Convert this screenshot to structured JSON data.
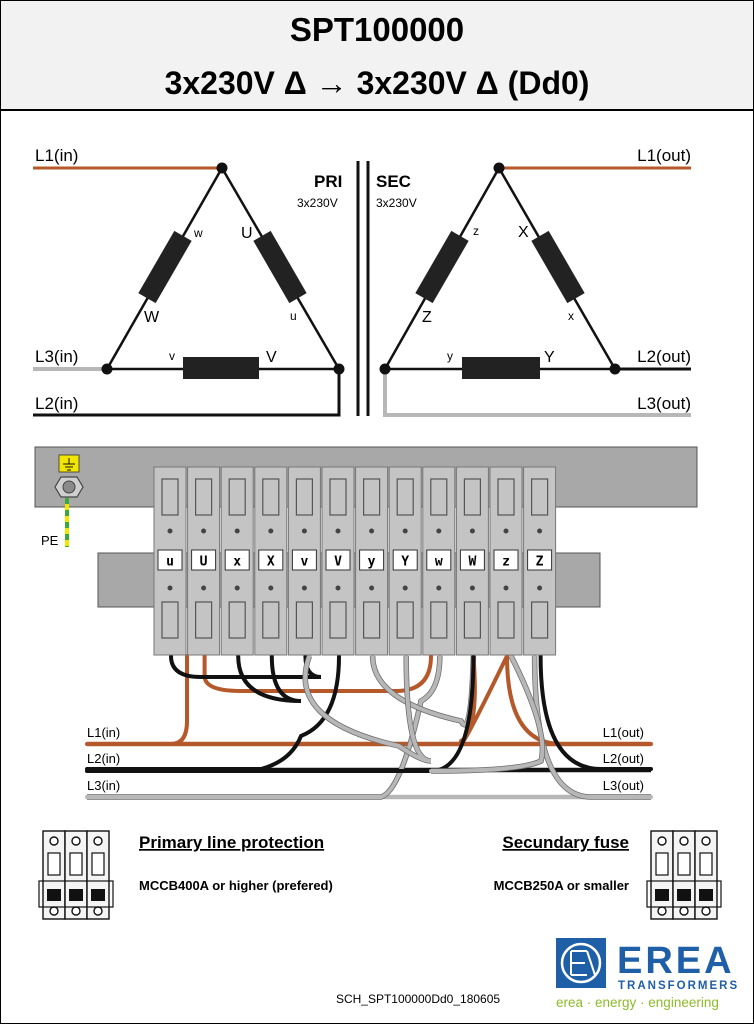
{
  "header": {
    "title": "SPT100000",
    "subtitle": "3x230V Δ → 3x230V Δ  (Dd0)"
  },
  "schematic": {
    "primary": {
      "label": "PRI",
      "voltage": "3x230V",
      "lines": [
        "L1(in)",
        "L3(in)",
        "L2(in)"
      ],
      "windings": [
        "U",
        "u",
        "W",
        "w",
        "V",
        "v"
      ]
    },
    "secondary": {
      "label": "SEC",
      "voltage": "3x230V",
      "lines": [
        "L1(out)",
        "L2(out)",
        "L3(out)"
      ],
      "windings": [
        "X",
        "x",
        "Z",
        "z",
        "Y",
        "y"
      ]
    }
  },
  "terminal_block": {
    "pe_label": "PE",
    "terminals": [
      "u",
      "U",
      "x",
      "X",
      "v",
      "V",
      "y",
      "Y",
      "w",
      "W",
      "z",
      "Z"
    ]
  },
  "bus": {
    "in": [
      "L1(in)",
      "L2(in)",
      "L3(in)"
    ],
    "out": [
      "L1(out)",
      "L2(out)",
      "L3(out)"
    ]
  },
  "protection": {
    "primary": {
      "title": "Primary line protection",
      "text": "MCCB400A or higher (prefered)"
    },
    "secondary": {
      "title": "Secundary fuse",
      "text": "MCCB250A or smaller"
    }
  },
  "logo": {
    "name": "EREA",
    "sub": "TRANSFORMERS",
    "tagline": "erea · energy · engineering",
    "color": "#1f5fa8",
    "tagline_color": "#8dbb2a"
  },
  "doc_code": "SCH_SPT100000Dd0_180605",
  "colors": {
    "brown": "#b5582a",
    "black": "#111111",
    "grey": "#b7b7b7",
    "terminal": "#c4c4c4",
    "rail": "#a8a8a8"
  }
}
